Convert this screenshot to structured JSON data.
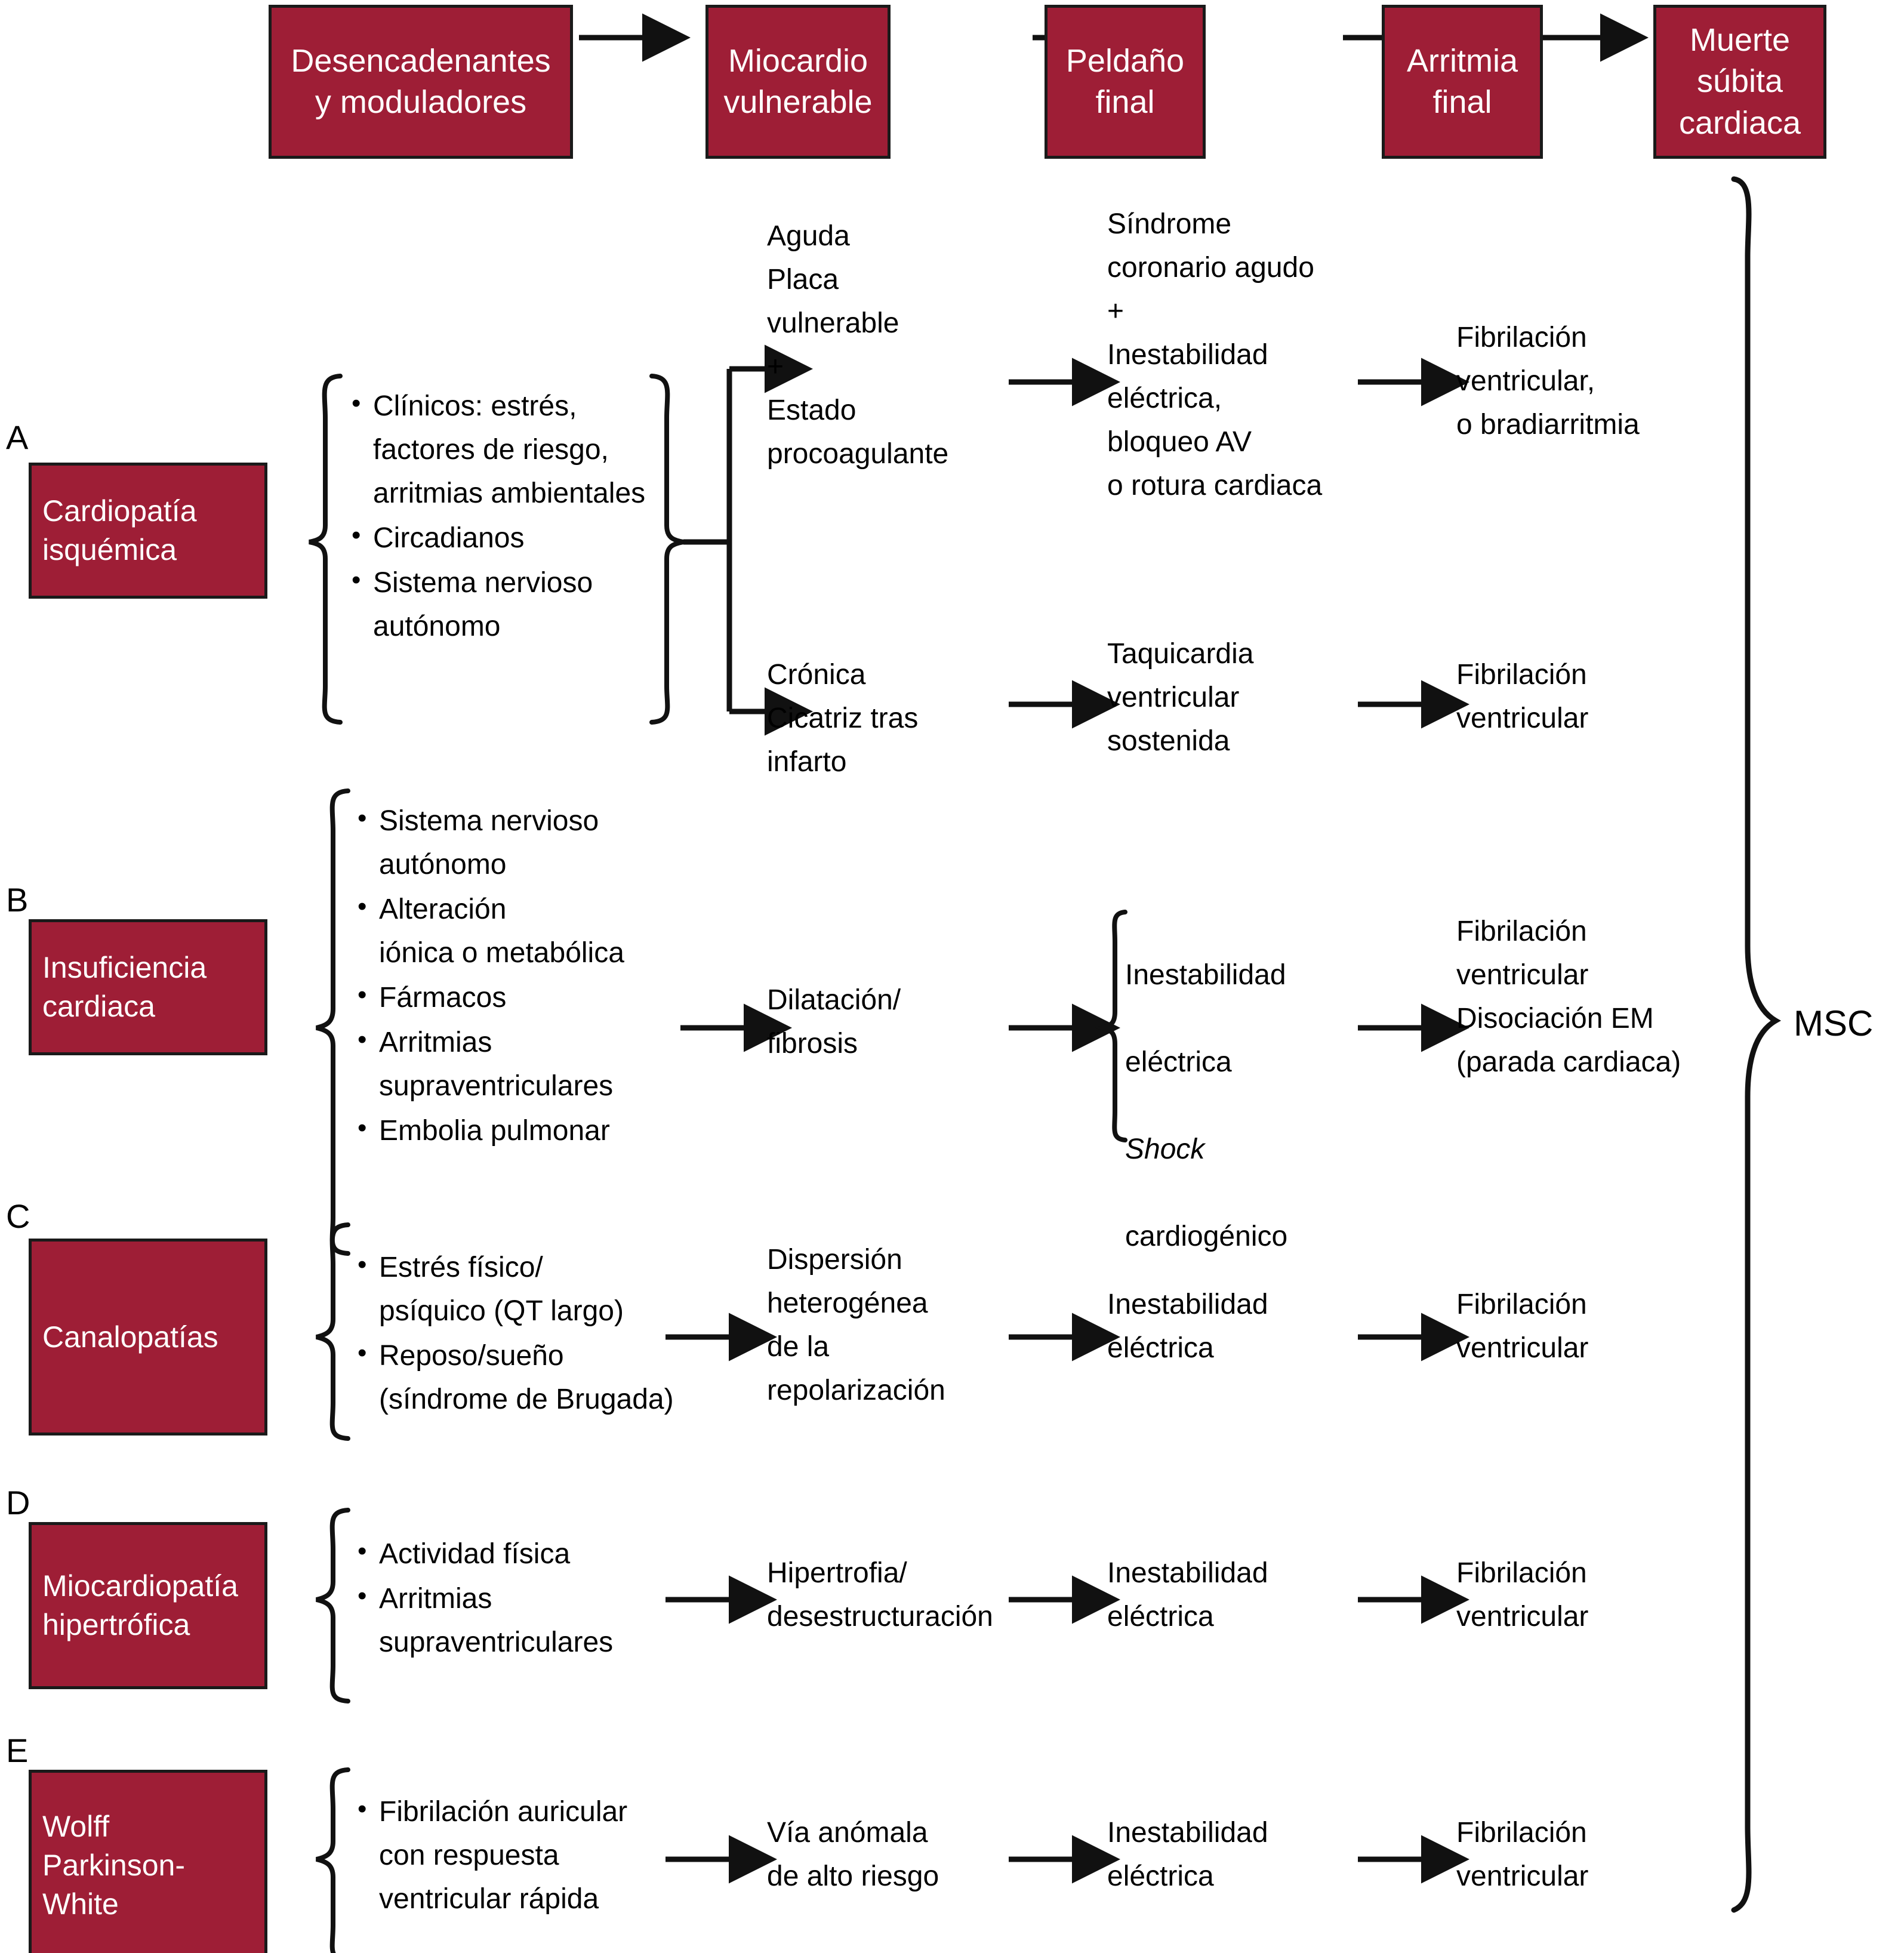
{
  "header": {
    "boxes": [
      {
        "label": "Desencadenantes\ny moduladores"
      },
      {
        "label": "Miocardio\nvulnerable"
      },
      {
        "label": "Peldaño\nfinal"
      },
      {
        "label": "Arritmia\nfinal"
      },
      {
        "label": "Muerte\nsúbita\ncardiaca"
      }
    ],
    "arrow_icon": "arrow-right-icon"
  },
  "outcome": {
    "label": "MSC",
    "brace_icon": "right-brace-icon"
  },
  "sections": {
    "A": {
      "letter": "A",
      "box_label": "Cardiopatía\nisquémica",
      "triggers": [
        "Clínicos: estrés,\nfactores de riesgo,\narritmias ambientales",
        "Circadianos",
        "Sistema nervioso\nautónomo"
      ],
      "branches": [
        {
          "myocardium": "Aguda\nPlaca\nvulnerable\n+\nEstado\nprocoagulante",
          "final_step": "Síndrome\ncoronario agudo\n+\nInestabilidad\neléctrica,\nbloqueo AV\no rotura cardiaca",
          "arrhythmia": "Fibrilación\nventricular,\no bradiarritmia"
        },
        {
          "myocardium": "Crónica\nCicatriz tras\ninfarto",
          "final_step": "Taquicardia\nventricular\nsostenida",
          "arrhythmia": "Fibrilación\nventricular"
        }
      ]
    },
    "B": {
      "letter": "B",
      "box_label": "Insuficiencia\ncardiaca",
      "triggers": [
        "Sistema nervioso\nautónomo",
        "Alteración\niónica o metabólica",
        "Fármacos",
        "Arritmias\nsupraventriculares",
        "Embolia pulmonar"
      ],
      "myocardium": "Dilatación/\nfibrosis",
      "final_step_lines": [
        "Inestabilidad",
        "eléctrica",
        "Shock",
        "cardiogénico"
      ],
      "final_step_italic_index": 2,
      "arrhythmia": "Fibrilación\nventricular\nDisociación EM\n(parada cardiaca)"
    },
    "C": {
      "letter": "C",
      "box_label": "Canalopatías",
      "triggers": [
        "Estrés físico/\npsíquico (QT largo)",
        "Reposo/sueño\n(síndrome de Brugada)"
      ],
      "myocardium": "Dispersión\nheterogénea\nde la\nrepolarización",
      "final_step": "Inestabilidad\neléctrica",
      "arrhythmia": "Fibrilación\nventricular"
    },
    "D": {
      "letter": "D",
      "box_label": "Miocardiopatía\nhipertrófica",
      "triggers": [
        "Actividad física",
        "Arritmias\nsupraventriculares"
      ],
      "myocardium": "Hipertrofia/\ndesestructuración",
      "final_step": "Inestabilidad\neléctrica",
      "arrhythmia": "Fibrilación\nventricular"
    },
    "E": {
      "letter": "E",
      "box_label": "Wolff\nParkinson-\nWhite",
      "triggers": [
        "Fibrilación auricular\ncon respuesta\nventricular rápida"
      ],
      "myocardium": "Vía anómala\nde alto riesgo",
      "final_step": "Inestabilidad\neléctrica",
      "arrhythmia": "Fibrilación\nventricular"
    }
  },
  "colors": {
    "box_fill": "#9E1E36",
    "box_border": "#1a1a1a",
    "text": "#000000",
    "box_text": "#ffffff"
  }
}
